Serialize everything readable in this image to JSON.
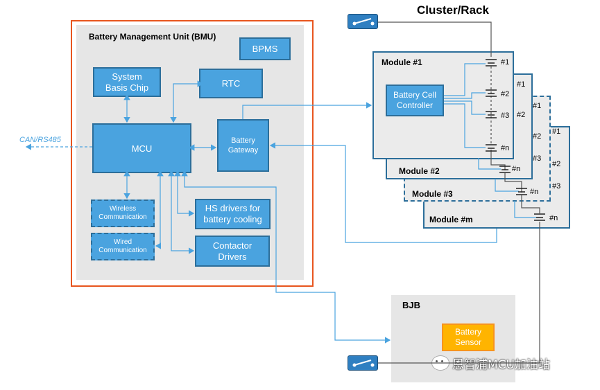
{
  "title": "Cluster/Rack",
  "bmu": {
    "title": "Battery Management Unit (BMU)",
    "bpms": "BPMS",
    "system_basis_chip": "System Basis Chip",
    "rtc": "RTC",
    "mcu": "MCU",
    "battery_gateway": "Battery Gateway",
    "wireless": "Wireless Communication",
    "wired": "Wired Communication",
    "hs_drivers": "HS drivers for battery cooling",
    "contactor_drivers": "Contactor Drivers"
  },
  "can_label": "CAN/RS485",
  "modules": {
    "m1": "Module #1",
    "m2": "Module #2",
    "m3": "Module #3",
    "mm": "Module #m",
    "bcc": "Battery Cell Controller",
    "cells": [
      "#1",
      "#2",
      "#3",
      "#n"
    ]
  },
  "bjb": {
    "title": "BJB",
    "sensor": "Battery Sensor"
  },
  "watermark": "恩智浦MCU加油站",
  "colors": {
    "box_fill": "#4aa3df",
    "box_border": "#2c6e9a",
    "panel": "#e6e6e6",
    "bmu_outline": "#e8551e",
    "sensor_fill": "#ffb400",
    "arrow": "#4aa3df"
  }
}
